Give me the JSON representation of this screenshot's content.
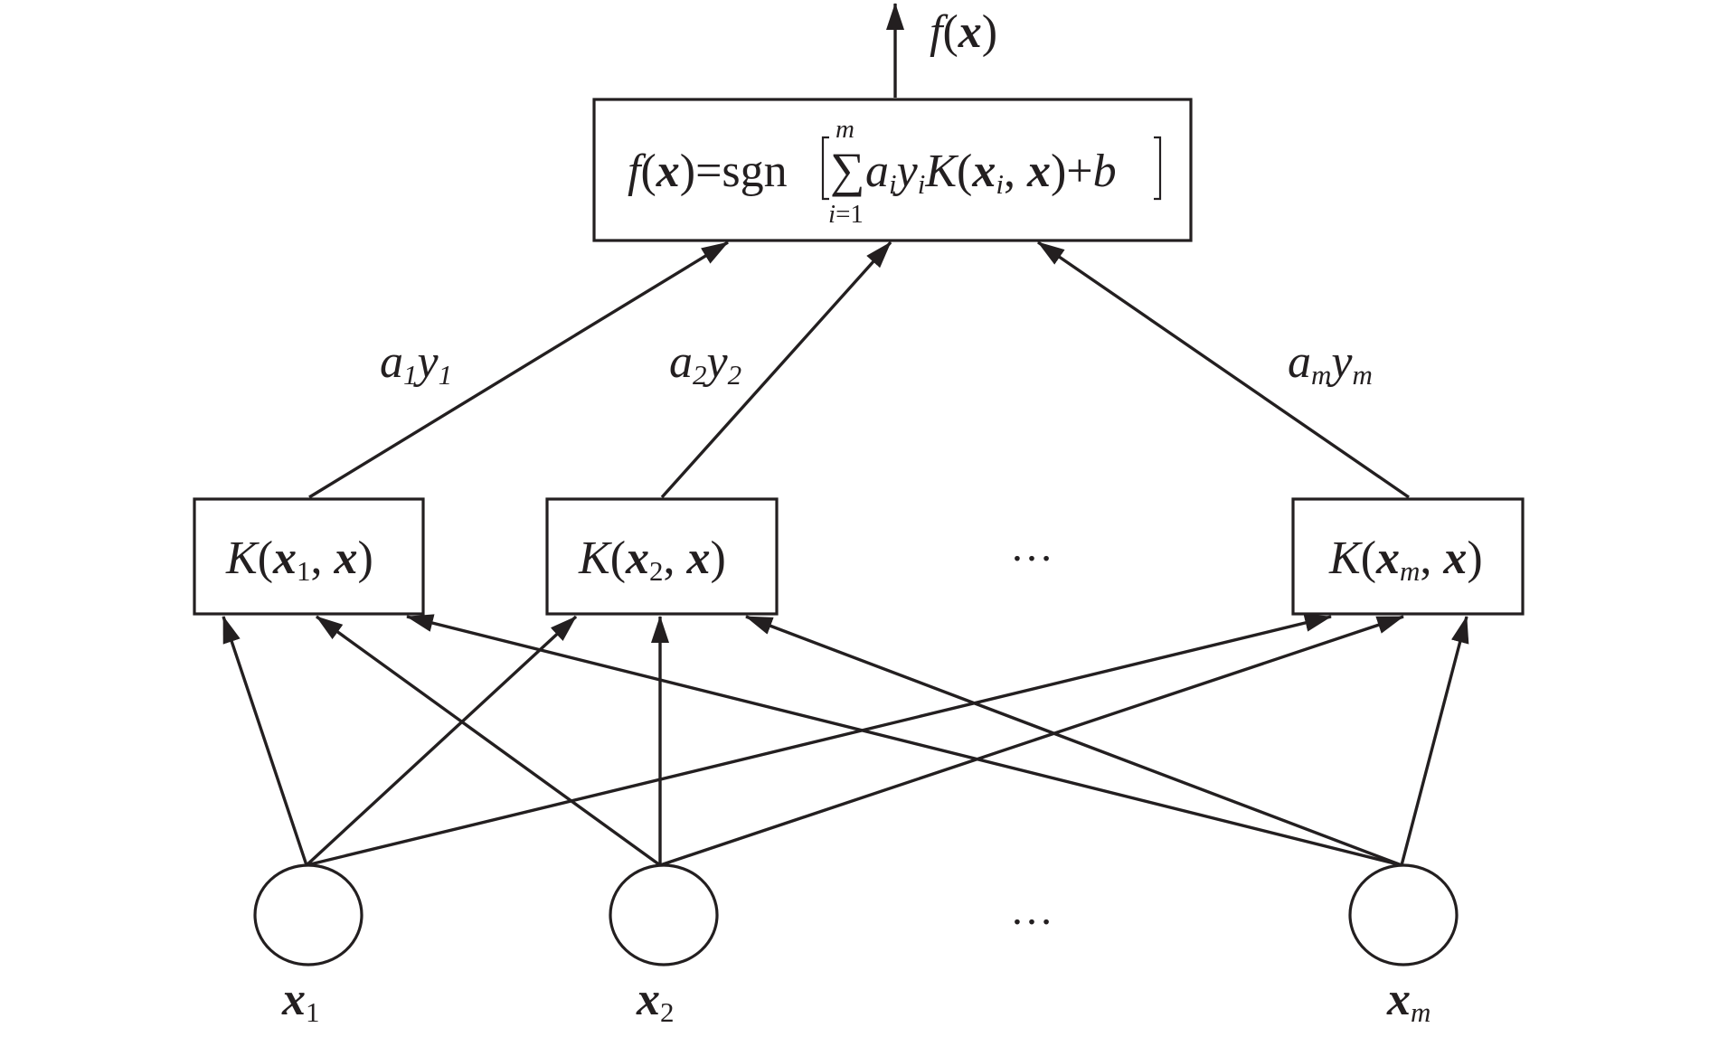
{
  "output_label": {
    "f": "f",
    "open": "(",
    "x": "x",
    "close": ")"
  },
  "decision_function": {
    "f": "f",
    "paren_open": "(",
    "x": "x",
    "equals_sgn": ")=sgn",
    "sum_upper": "m",
    "sum_symbol": "∑",
    "sum_lower": "i=1",
    "a": "a",
    "i_sub": "i",
    "y": "y",
    "K": "K",
    "xi_base": "x",
    "comma": ", ",
    "close_plus": ")+",
    "b": "b"
  },
  "edge_weights": [
    {
      "a": "a",
      "a_sub": "1",
      "y": "y",
      "y_sub": "1"
    },
    {
      "a": "a",
      "a_sub": "2",
      "y": "y",
      "y_sub": "2"
    },
    {
      "a": "a",
      "a_sub": "m",
      "y": "y",
      "y_sub": "m"
    }
  ],
  "kernel_nodes": [
    {
      "K": "K",
      "open": "(",
      "x": "x",
      "sub": "1",
      "sep": ", ",
      "x2": "x",
      "close": ")"
    },
    {
      "K": "K",
      "open": "(",
      "x": "x",
      "sub": "2",
      "sep": ", ",
      "x2": "x",
      "close": ")"
    },
    {
      "K": "K",
      "open": "(",
      "x": "x",
      "sub": "m",
      "sep": ", ",
      "x2": "x",
      "close": ")"
    }
  ],
  "hidden_ellipsis": "…",
  "input_ellipsis": "…",
  "input_nodes": [
    {
      "x": "x",
      "sub": "1"
    },
    {
      "x": "x",
      "sub": "2"
    },
    {
      "x": "x",
      "sub": "m"
    }
  ]
}
